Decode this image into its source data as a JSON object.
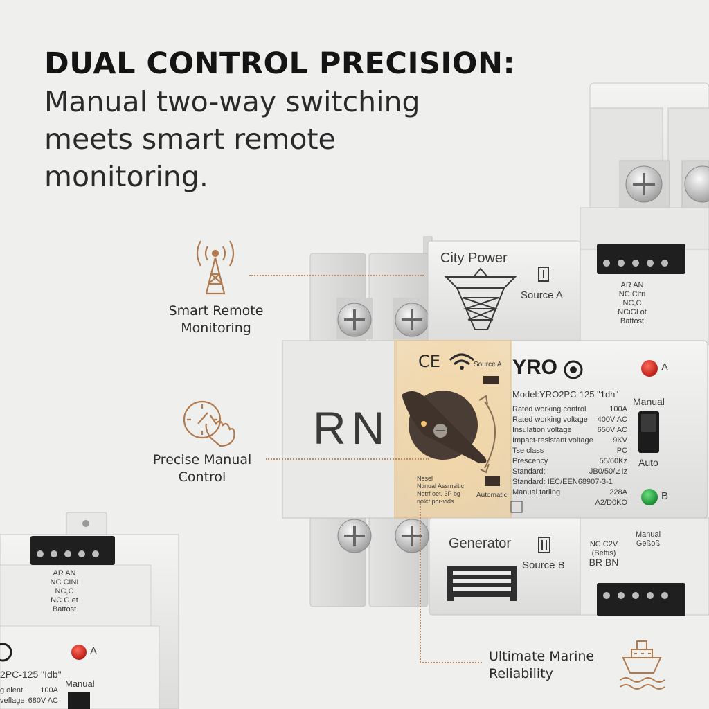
{
  "headline": {
    "title": "DUAL CONTROL PRECISION:",
    "subtitle_line1": "Manual two-way switching",
    "subtitle_line2": "meets smart remote",
    "subtitle_line3": "monitoring."
  },
  "callouts": {
    "remote": {
      "line1": "Smart Remote",
      "line2": "Monitoring",
      "icon": "antenna-icon"
    },
    "manual": {
      "line1": "Precise Manual",
      "line2": "Control",
      "icon": "hand-dial-icon"
    },
    "marine": {
      "line1": "Ultimate Marine",
      "line2": "Reliability",
      "icon": "ship-icon"
    }
  },
  "device": {
    "front_letters": "RN",
    "brand": "YRO",
    "source_a_tag": "Source A",
    "automatic_tag": "Automatic",
    "model": "Model:YRO2PC-125 \"1dh\"",
    "specs": [
      {
        "label": "Rated working control",
        "value": "100A"
      },
      {
        "label": "Rated working voltage",
        "value": "400V AC"
      },
      {
        "label": "Insulation voltage",
        "value": "650V AC"
      },
      {
        "label": "Impact-resistant voltage",
        "value": "9KV"
      },
      {
        "label": "Tse class",
        "value": "PC"
      },
      {
        "label": "Prescency",
        "value": "55/60Kz"
      },
      {
        "label": "Standard:",
        "value": "JB0/50/⊿Iz"
      }
    ],
    "standard_line": "Standard: IEC/EEN68907-3-1",
    "manual_tarling": "Manual tarling",
    "manual_tarling_value": "228A",
    "footer_value": "A2/D0KO",
    "manual_label": "Manual",
    "auto_label": "Auto",
    "led_a_label": "A",
    "led_b_label": "B",
    "small_text": [
      "Nesel",
      "Ntinual Assmsitic",
      "Netrf oet. 3P bg",
      "nolcf por-vids"
    ],
    "top_module": {
      "title": "City Power",
      "roman": "I",
      "source": "Source A",
      "terminal_labels": [
        "AR  AN",
        "NC Clfri",
        "NC,C",
        "NCiGl ot",
        "Battost"
      ]
    },
    "bottom_module": {
      "title": "Generator",
      "roman": "II",
      "source": "Source B",
      "right_labels": [
        "NC C2V",
        "(Beftis)",
        "BR  BN",
        "Manual",
        "Geßoß"
      ]
    }
  },
  "secondary_device": {
    "terminal_labels": [
      "AR  AN",
      "NC CINI",
      "NC,C",
      "NC G et",
      "Battost"
    ],
    "led_label": "A",
    "model": "2PC-125  \"Idb\"",
    "spec1_label": "g olent",
    "spec1_value": "100A",
    "spec2_label": "veflage",
    "spec2_value": "680V AC",
    "manual_label": "Manual"
  },
  "colors": {
    "background": "#efefee",
    "accent": "#b07a4e",
    "led_red": "#d8251c",
    "led_green": "#1fa83a",
    "knob": "#4a3d35",
    "glow": "#f3d29a"
  }
}
